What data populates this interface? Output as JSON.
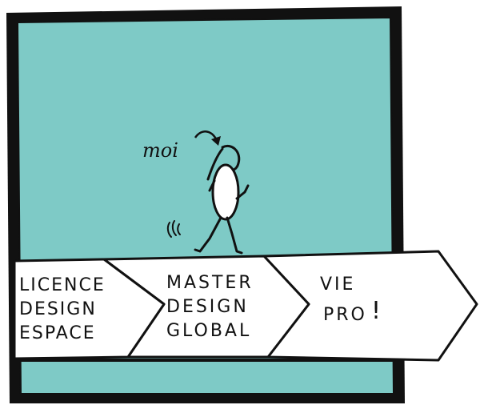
{
  "colors": {
    "panel": "#7ecac6",
    "frame": "#111111",
    "arrow_fill": "#ffffff"
  },
  "caption": "moi",
  "steps": [
    {
      "lines": [
        "LICENCE",
        "DESIGN",
        "ESPACE"
      ]
    },
    {
      "lines": [
        "MASTER",
        "DESIGN",
        "GLOBAL"
      ]
    },
    {
      "lines": [
        "VIE",
        "PRO"
      ],
      "mark": "!"
    }
  ]
}
